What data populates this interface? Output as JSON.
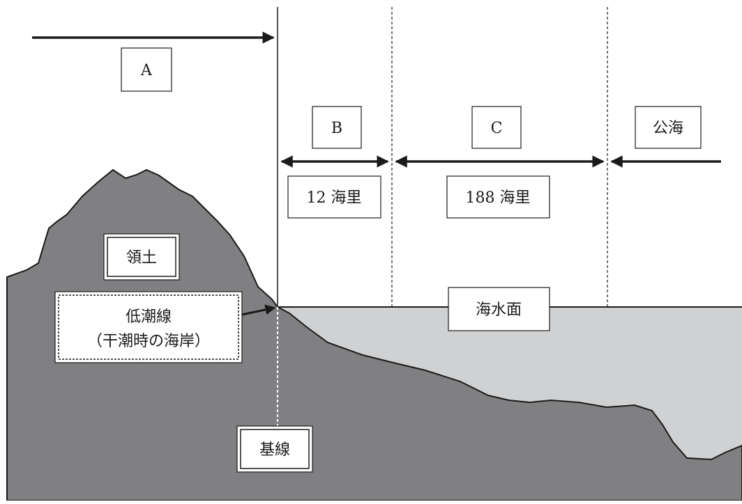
{
  "labels": {
    "a": "A",
    "b": "B",
    "c": "C",
    "high_seas": "公海",
    "dist_b": "12 海里",
    "dist_c": "188 海里",
    "territory": "領土",
    "sea_surface": "海水面",
    "low_tide_line_1": "低潮線",
    "low_tide_line_2": "（干潮時の海岸）",
    "baseline": "基線"
  },
  "colors": {
    "land": "#808083",
    "sea": "#d0d1d3",
    "line": "#1a1a1a",
    "box_fill": "#ffffff"
  }
}
